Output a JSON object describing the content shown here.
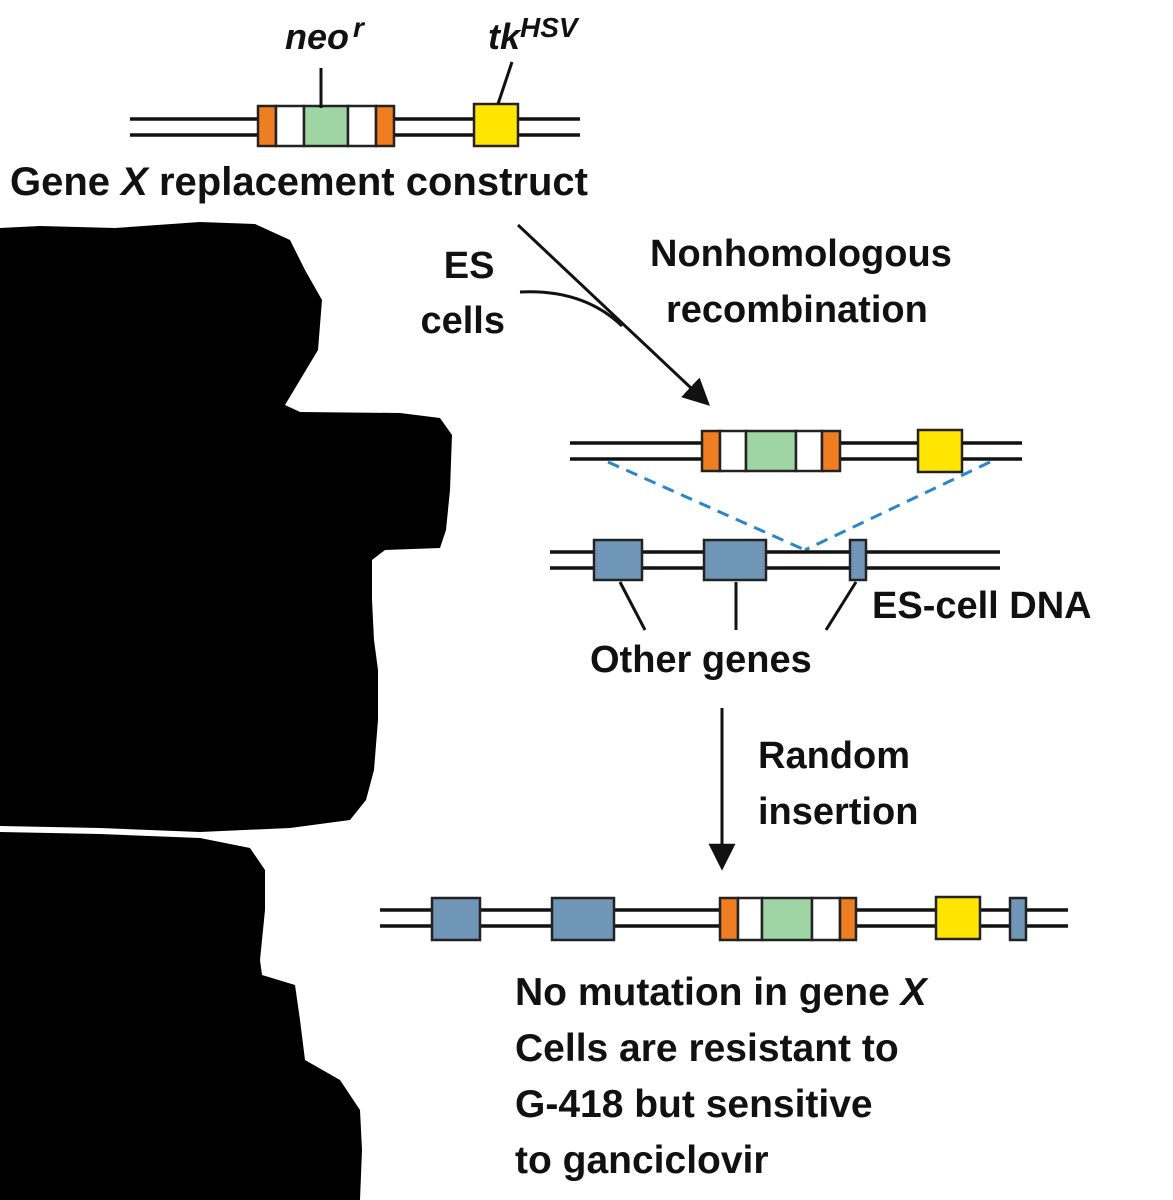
{
  "labels": {
    "neo_gene": "neo",
    "neo_superscript": "r",
    "tk_gene": "tk",
    "tk_superscript": "HSV",
    "construct_title_part1": "Gene ",
    "construct_title_italic": "X",
    "construct_title_part2": " replacement construct",
    "es_cells_line1": "ES",
    "es_cells_line2": "cells",
    "nonhomologous_line1": "Nonhomologous",
    "nonhomologous_line2": "recombination",
    "es_cell_dna": "ES-cell DNA",
    "other_genes": "Other genes",
    "random_line1": "Random",
    "random_line2": "insertion",
    "result_line1_part1": "No mutation in gene ",
    "result_line1_italic": "X",
    "result_line2": "Cells are resistant to",
    "result_line3": "G-418 but sensitive",
    "result_line4": "to ganciclovir"
  },
  "colors": {
    "dna_strand": "#111111",
    "neo_gene": "#9fd4a5",
    "tk_gene": "#ffe500",
    "flank_marker": "#ef7d22",
    "homology_region": "#ffffff",
    "other_gene": "#6f96b6",
    "crossover_dash": "#2a86c8",
    "redaction_mask": "#000000"
  }
}
